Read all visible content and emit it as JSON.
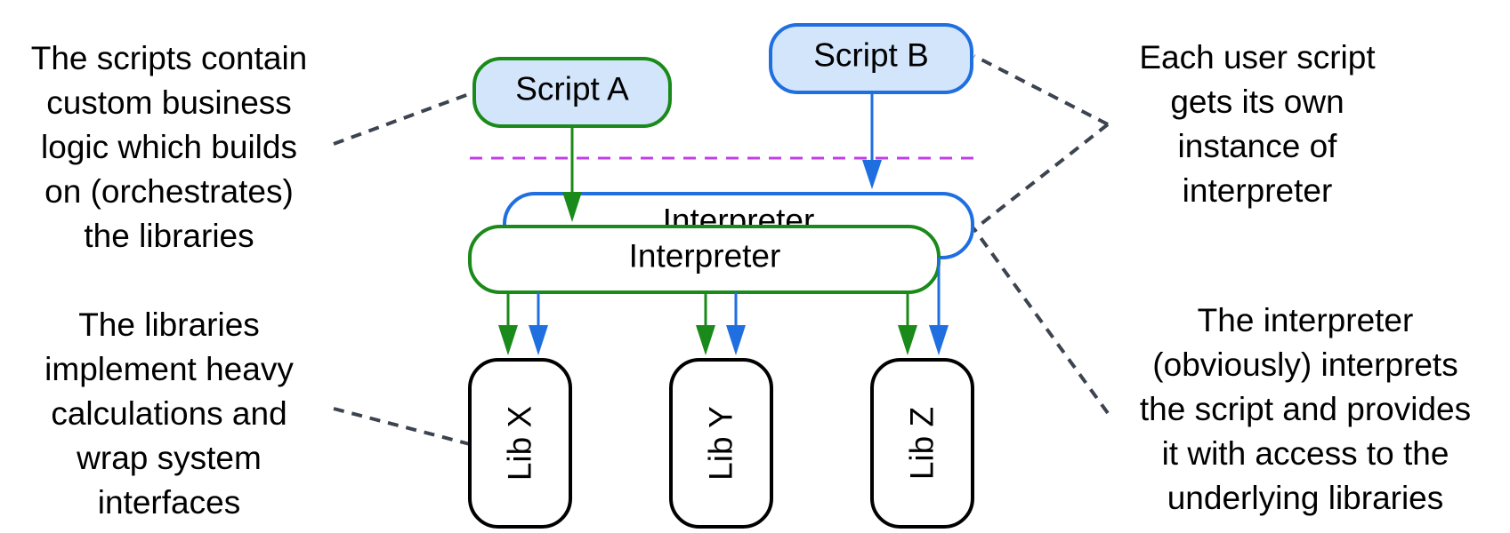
{
  "scripts": {
    "a": {
      "label": "Script A"
    },
    "b": {
      "label": "Script B"
    }
  },
  "interpreter": {
    "back_label": "Interpreter",
    "front_label": "Interpreter"
  },
  "libraries": [
    {
      "label": "Lib X"
    },
    {
      "label": "Lib Y"
    },
    {
      "label": "Lib Z"
    }
  ],
  "notes": {
    "scripts_note": [
      "The scripts contain",
      "custom business",
      "logic which builds",
      "on (orchestrates)",
      "the libraries"
    ],
    "libraries_note": [
      "The libraries",
      "implement heavy",
      "calculations and",
      "wrap system",
      "interfaces"
    ],
    "instance_note": [
      "Each user script",
      "gets its own",
      "instance of",
      "interpreter"
    ],
    "interpreter_note": [
      "The interpreter",
      "(obviously) interprets",
      "the script and provides",
      "it with access to the",
      "underlying libraries"
    ]
  },
  "colors": {
    "green": "#1a8a1a",
    "blue": "#1f6fe0",
    "script_fill": "#d3e5fb",
    "separator": "#c03ee6",
    "dashed_leader": "#3c4450",
    "black": "#000000"
  }
}
